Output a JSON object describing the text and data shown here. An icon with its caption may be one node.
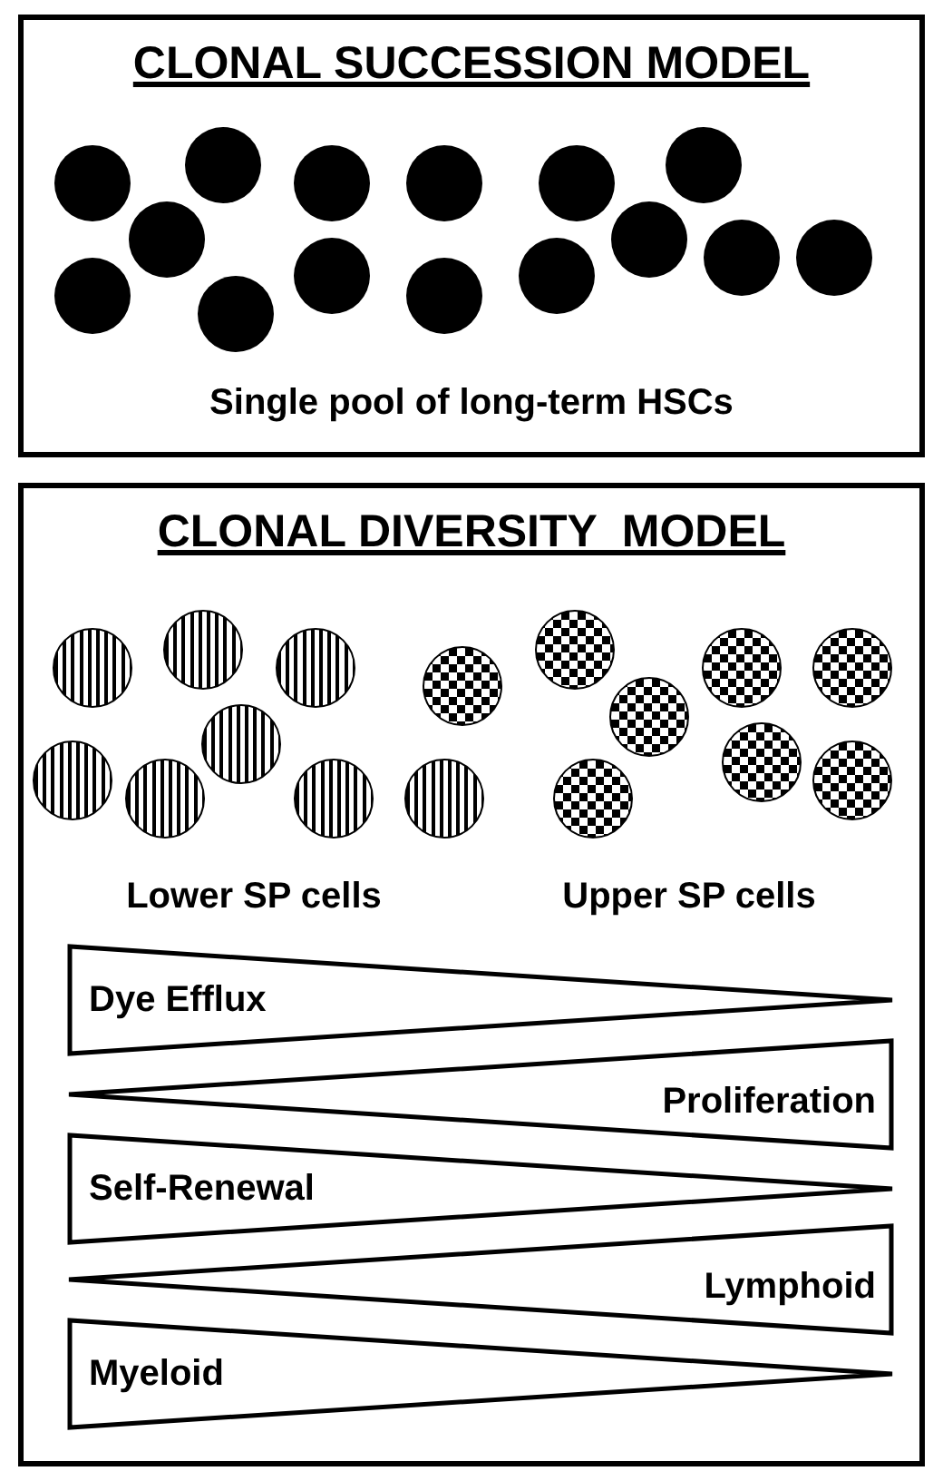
{
  "diagram": {
    "nodes": [
      {
        "text": [
          "CLONAL SUCCESSION MODEL",
          "Single pool of long-term HSCs"
        ]
      },
      {
        "text": [],
        "shape": "circle",
        "in": 0
      },
      {
        "text": [],
        "shape": "circle",
        "in": 0
      },
      {
        "text": [],
        "shape": "circle",
        "in": 0
      },
      {
        "text": [],
        "shape": "circle",
        "in": 0
      },
      {
        "text": [],
        "shape": "circle",
        "in": 0
      },
      {
        "text": [],
        "shape": "circle",
        "in": 0
      },
      {
        "text": [],
        "shape": "circle",
        "in": 0
      },
      {
        "text": [],
        "shape": "circle",
        "in": 0
      },
      {
        "text": [],
        "shape": "circle",
        "in": 0
      },
      {
        "text": [],
        "shape": "circle",
        "in": 0
      },
      {
        "text": [],
        "shape": "circle",
        "in": 0
      },
      {
        "text": [],
        "shape": "circle",
        "in": 0
      },
      {
        "text": [],
        "shape": "circle",
        "in": 0
      },
      {
        "text": [],
        "shape": "circle",
        "in": 0
      },
      {
        "text": [],
        "shape": "circle",
        "in": 0
      },
      {
        "text": [
          "CLONAL DIVERSITY  MODEL"
        ]
      },
      {
        "text": [],
        "shape": "circle",
        "in": 16
      },
      {
        "text": [],
        "shape": "circle",
        "in": 16
      },
      {
        "text": [],
        "shape": "circle",
        "in": 16
      },
      {
        "text": [],
        "shape": "circle",
        "in": 16
      },
      {
        "text": [],
        "shape": "circle",
        "in": 16
      },
      {
        "text": [],
        "shape": "circle",
        "in": 16
      },
      {
        "text": [],
        "shape": "circle",
        "in": 16
      },
      {
        "text": [],
        "shape": "circle",
        "in": 16
      },
      {
        "text": [],
        "shape": "circle",
        "in": 16
      },
      {
        "text": [],
        "shape": "circle",
        "in": 16
      },
      {
        "text": [],
        "shape": "circle",
        "in": 16
      },
      {
        "text": [],
        "shape": "circle",
        "in": 16
      },
      {
        "text": [],
        "shape": "circle",
        "in": 16
      },
      {
        "text": [],
        "shape": "circle",
        "in": 16
      },
      {
        "text": [],
        "shape": "circle",
        "in": 16
      },
      {
        "text": [],
        "shape": "circle",
        "in": 16
      },
      {
        "text": [
          "Dye Efflux"
        ],
        "in": 16
      },
      {
        "text": [
          "Proliferation"
        ],
        "in": 16
      },
      {
        "text": [
          "Self-Renewal"
        ],
        "in": 16
      },
      {
        "text": [
          "Lymphoid"
        ],
        "in": 16
      },
      {
        "text": [
          "Myeloid"
        ],
        "in": 16
      }
    ],
    "edges": [],
    "labels": [
      "Lower SP cells",
      "Upper SP cells"
    ]
  }
}
